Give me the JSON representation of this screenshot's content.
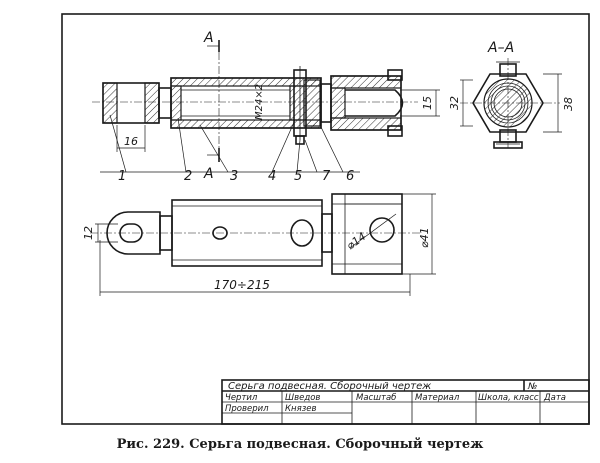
{
  "caption": "Рис. 229. Серьга подвесная. Сборочный чертеж",
  "section_mark": "А",
  "section_title": "А–А",
  "thread_label": "М24×2",
  "dimensions": {
    "len_16": "16",
    "dia_15": "15",
    "dia_32": "32",
    "dia_38": "38",
    "width_12": "12",
    "dia_14": "⌀14",
    "dia_41": "⌀41",
    "length_range": "170÷215"
  },
  "part_numbers": [
    "1",
    "2",
    "3",
    "4",
    "5",
    "7",
    "6"
  ],
  "title_block": {
    "name": "Серьга подвесная. Сборочный чертеж",
    "number_label": "№",
    "row1": [
      "Чертил",
      "Шведов",
      "Масштаб",
      "Материал",
      "Школа, класс",
      "Дата"
    ],
    "row2": [
      "Проверил",
      "Князев"
    ]
  }
}
